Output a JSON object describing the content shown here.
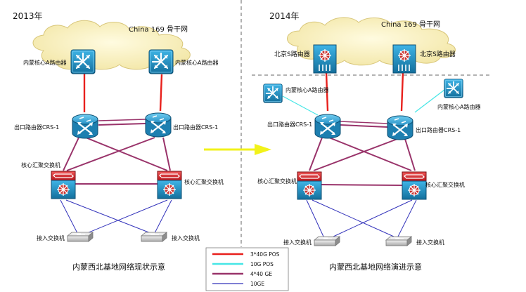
{
  "left": {
    "year": "2013年",
    "cloud_label": "China 169 骨干网",
    "core_router_label_1": "内蒙核心A路由器",
    "core_router_label_2": "内蒙核心A路由器",
    "exit_router_label_1": "出口路由器CRS-1",
    "exit_router_label_2": "出口路由器CRS-1",
    "agg_switch_label_1": "核心汇聚交换机",
    "agg_switch_label_2": "核心汇聚交换机",
    "access_switch_label_1": "接入交换机",
    "access_switch_label_2": "接入交换机",
    "caption": "内蒙西北基地网络现状示意"
  },
  "right": {
    "year": "2014年",
    "cloud_label": "China 169 骨干网",
    "bj_router_label_1": "北京S路由器",
    "bj_router_label_2": "北京S路由器",
    "core_router_label_1": "内蒙核心A路由器",
    "core_router_label_2": "内蒙核心A路由器",
    "exit_router_label_1": "出口路由器CRS-1",
    "exit_router_label_2": "出口路由器CRS-1",
    "agg_switch_label_1": "核心汇聚交换机",
    "agg_switch_label_2": "核心汇聚交换机",
    "access_switch_label_1": "接入交换机",
    "access_switch_label_2": "接入交换机",
    "caption": "内蒙西北基地网络演进示意"
  },
  "legend": [
    {
      "label": "3*40G POS",
      "color": "#e8201c"
    },
    {
      "label": "10G POS",
      "color": "#46e6e6"
    },
    {
      "label": "4*40 GE",
      "color": "#99336a"
    },
    {
      "label": "10GE",
      "color": "#3333bb"
    }
  ],
  "colors": {
    "arrow": "#f2f21a",
    "divider": "#666666",
    "router_blue": "#1f8fc4",
    "switch_red": "#d8242c"
  }
}
